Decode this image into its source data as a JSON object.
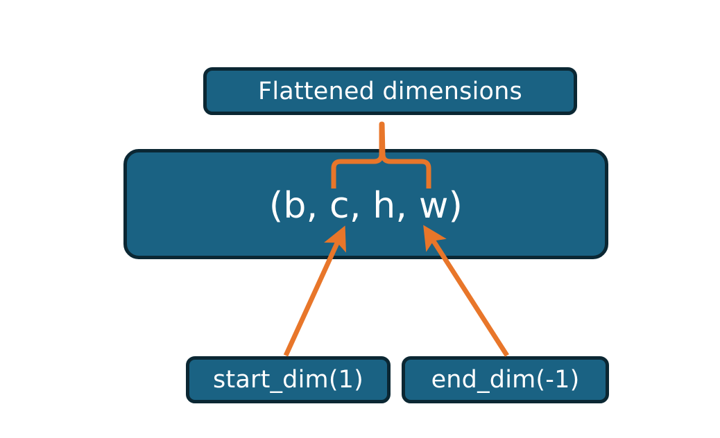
{
  "diagram": {
    "title_node": {
      "label": "Flattened dimensions",
      "name": "flattened-dimensions-box"
    },
    "tuple_node": {
      "label": "(b, c, h, w)",
      "name": "shape-tuple-box",
      "elements": [
        "b",
        "c",
        "h",
        "w"
      ]
    },
    "argument_nodes": [
      {
        "label": "start_dim(1)",
        "name": "start-dim-box",
        "argument": "start_dim",
        "value": "1"
      },
      {
        "label": "end_dim(-1)",
        "name": "end-dim-box",
        "argument": "end_dim",
        "value": "-1"
      }
    ],
    "connectors": [
      {
        "name": "brace-connector",
        "type": "curly-brace",
        "from": "shape-tuple-box",
        "to": "flattened-dimensions-box",
        "spans": [
          "c",
          "h",
          "w"
        ]
      },
      {
        "name": "start-dim-arrow",
        "type": "arrow",
        "from": "start-dim-box",
        "to": "shape-tuple-box"
      },
      {
        "name": "end-dim-arrow",
        "type": "arrow",
        "from": "end-dim-box",
        "to": "shape-tuple-box"
      }
    ],
    "colors": {
      "node_fill": "#1a6283",
      "node_border": "#0b2733",
      "node_text": "#ffffff",
      "accent": "#e8762a",
      "background": "#ffffff"
    }
  }
}
